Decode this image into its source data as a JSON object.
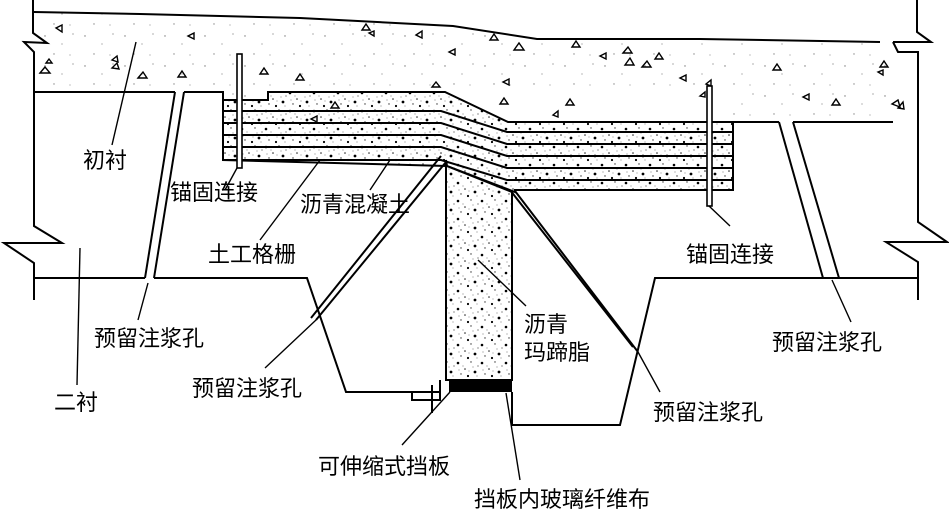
{
  "diagram": {
    "title": "",
    "colors": {
      "line": "#000000",
      "background": "#ffffff",
      "fill_dots": "#000000"
    },
    "labels": {
      "primary_lining": "初衬",
      "secondary_lining": "二衬",
      "anchor_left": "锚固连接",
      "anchor_right": "锚固连接",
      "asphalt_concrete": "沥青混凝土",
      "geogrid": "土工格栅",
      "asphalt_mastic_line1": "沥青",
      "asphalt_mastic_line2": "玛蹄脂",
      "grout_hole_1": "预留注浆孔",
      "grout_hole_2": "预留注浆孔",
      "grout_hole_3": "预留注浆孔",
      "grout_hole_4": "预留注浆孔",
      "telescopic_baffle": "可伸缩式挡板",
      "fiberglass_cloth": "挡板内玻璃纤维布"
    }
  }
}
